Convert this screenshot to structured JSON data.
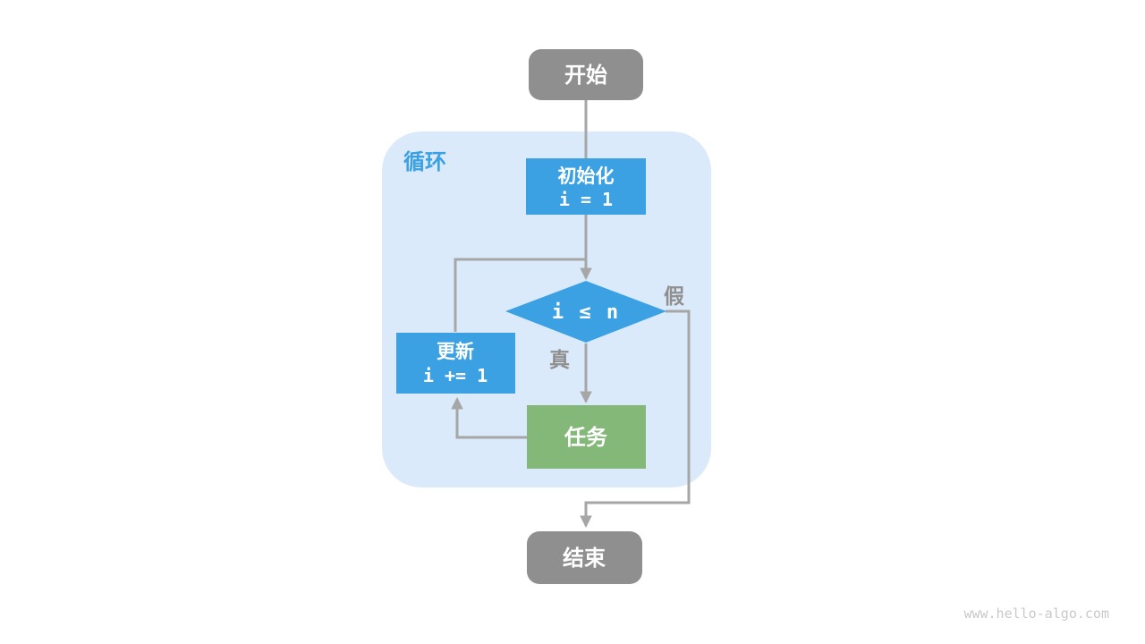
{
  "colors": {
    "node_gray": "#8f8f8f",
    "node_blue": "#3ba1e3",
    "node_green": "#83b878",
    "loop_bg": "#dbeafa",
    "edge_gray": "#a6a6a6",
    "label_gray": "#8f8f8f",
    "accent_blue": "#3ba1e3",
    "watermark_gray": "#c9c9c9"
  },
  "flowchart": {
    "start": {
      "label": "开始"
    },
    "loop_region": {
      "label": "循环"
    },
    "init": {
      "title": "初始化",
      "code": "i = 1"
    },
    "condition": {
      "expression": "i ≤ n"
    },
    "branch_true": {
      "label": "真"
    },
    "branch_false": {
      "label": "假"
    },
    "update": {
      "title": "更新",
      "code": "i += 1"
    },
    "task": {
      "label": "任务"
    },
    "end": {
      "label": "结束"
    }
  },
  "footer": {
    "watermark": "www.hello-algo.com"
  }
}
